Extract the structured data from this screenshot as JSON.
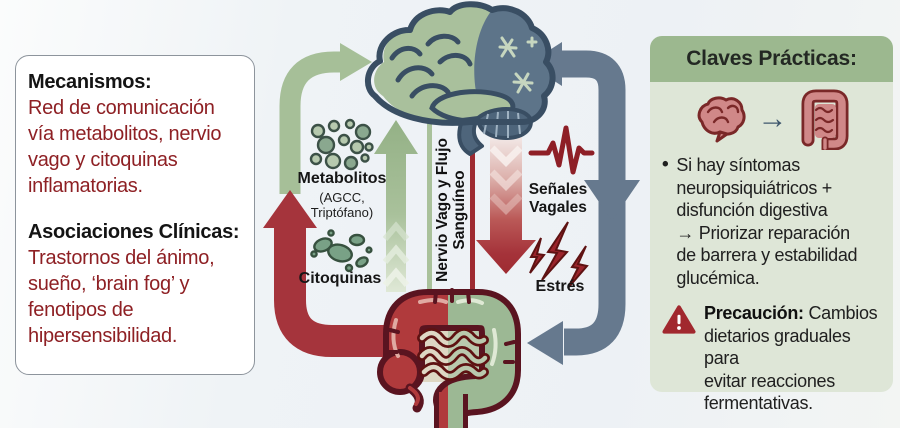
{
  "left_panel": {
    "mechanisms_title": "Mecanismos:",
    "mechanisms_lines": [
      "Red de comunicación",
      "vía metabolitos, nervio",
      "vago y citoquinas",
      "inflamatorias."
    ],
    "associations_title": "Asociaciones Clínicas:",
    "associations_lines": [
      "Trastornos del ánimo,",
      "sueño, ‘brain fog’ y",
      "fenotipos de",
      "hipersensibilidad."
    ]
  },
  "diagram": {
    "metabolites_label": "Metabolitos",
    "metabolites_sub_lines": [
      "(AGCC,",
      "Triptófano)"
    ],
    "cytokines_label": "Citoquinas",
    "vagus_label_lines": [
      "Nervio Vago y Flujo",
      "Sanguíneo"
    ],
    "vagal_signals_lines": [
      "Señales",
      "Vagales"
    ],
    "stress_label": "Estrés",
    "icons": {
      "brain": "brain-illustration",
      "gut": "gut-illustration",
      "metabolites": "metabolites-circles-icon",
      "cytokines": "cytokines-blobs-icon",
      "vagal": "ecg-signal-icon",
      "stress": "lightning-bolts-icon"
    }
  },
  "right_panel": {
    "title": "Claves Prácticas:",
    "brain_to_gut_arrow": "→",
    "bullet_glyph": "•",
    "bullet_lines": [
      "Si hay síntomas",
      "neuropsiquiátricos +",
      "disfunción digestiva",
      "→ Priorizar reparación",
      "de barrera y estabilidad",
      "glucémica."
    ],
    "warning_title": "Precaución:",
    "warning_first_line_rest": "Cambios",
    "warning_lines": [
      "dietarios graduales para",
      "evitar reacciones",
      "fermentativas."
    ]
  },
  "colors": {
    "cycle_green": "#a6bf98",
    "signal_red": "#9e2b31",
    "cycle_red": "#a5343c",
    "top_down_blue": "#66798e",
    "panel_header_green": "#9cb88f",
    "panel_body_green": "#dee6d7",
    "left_text_red": "#8e2024",
    "text_black": "#161616"
  }
}
